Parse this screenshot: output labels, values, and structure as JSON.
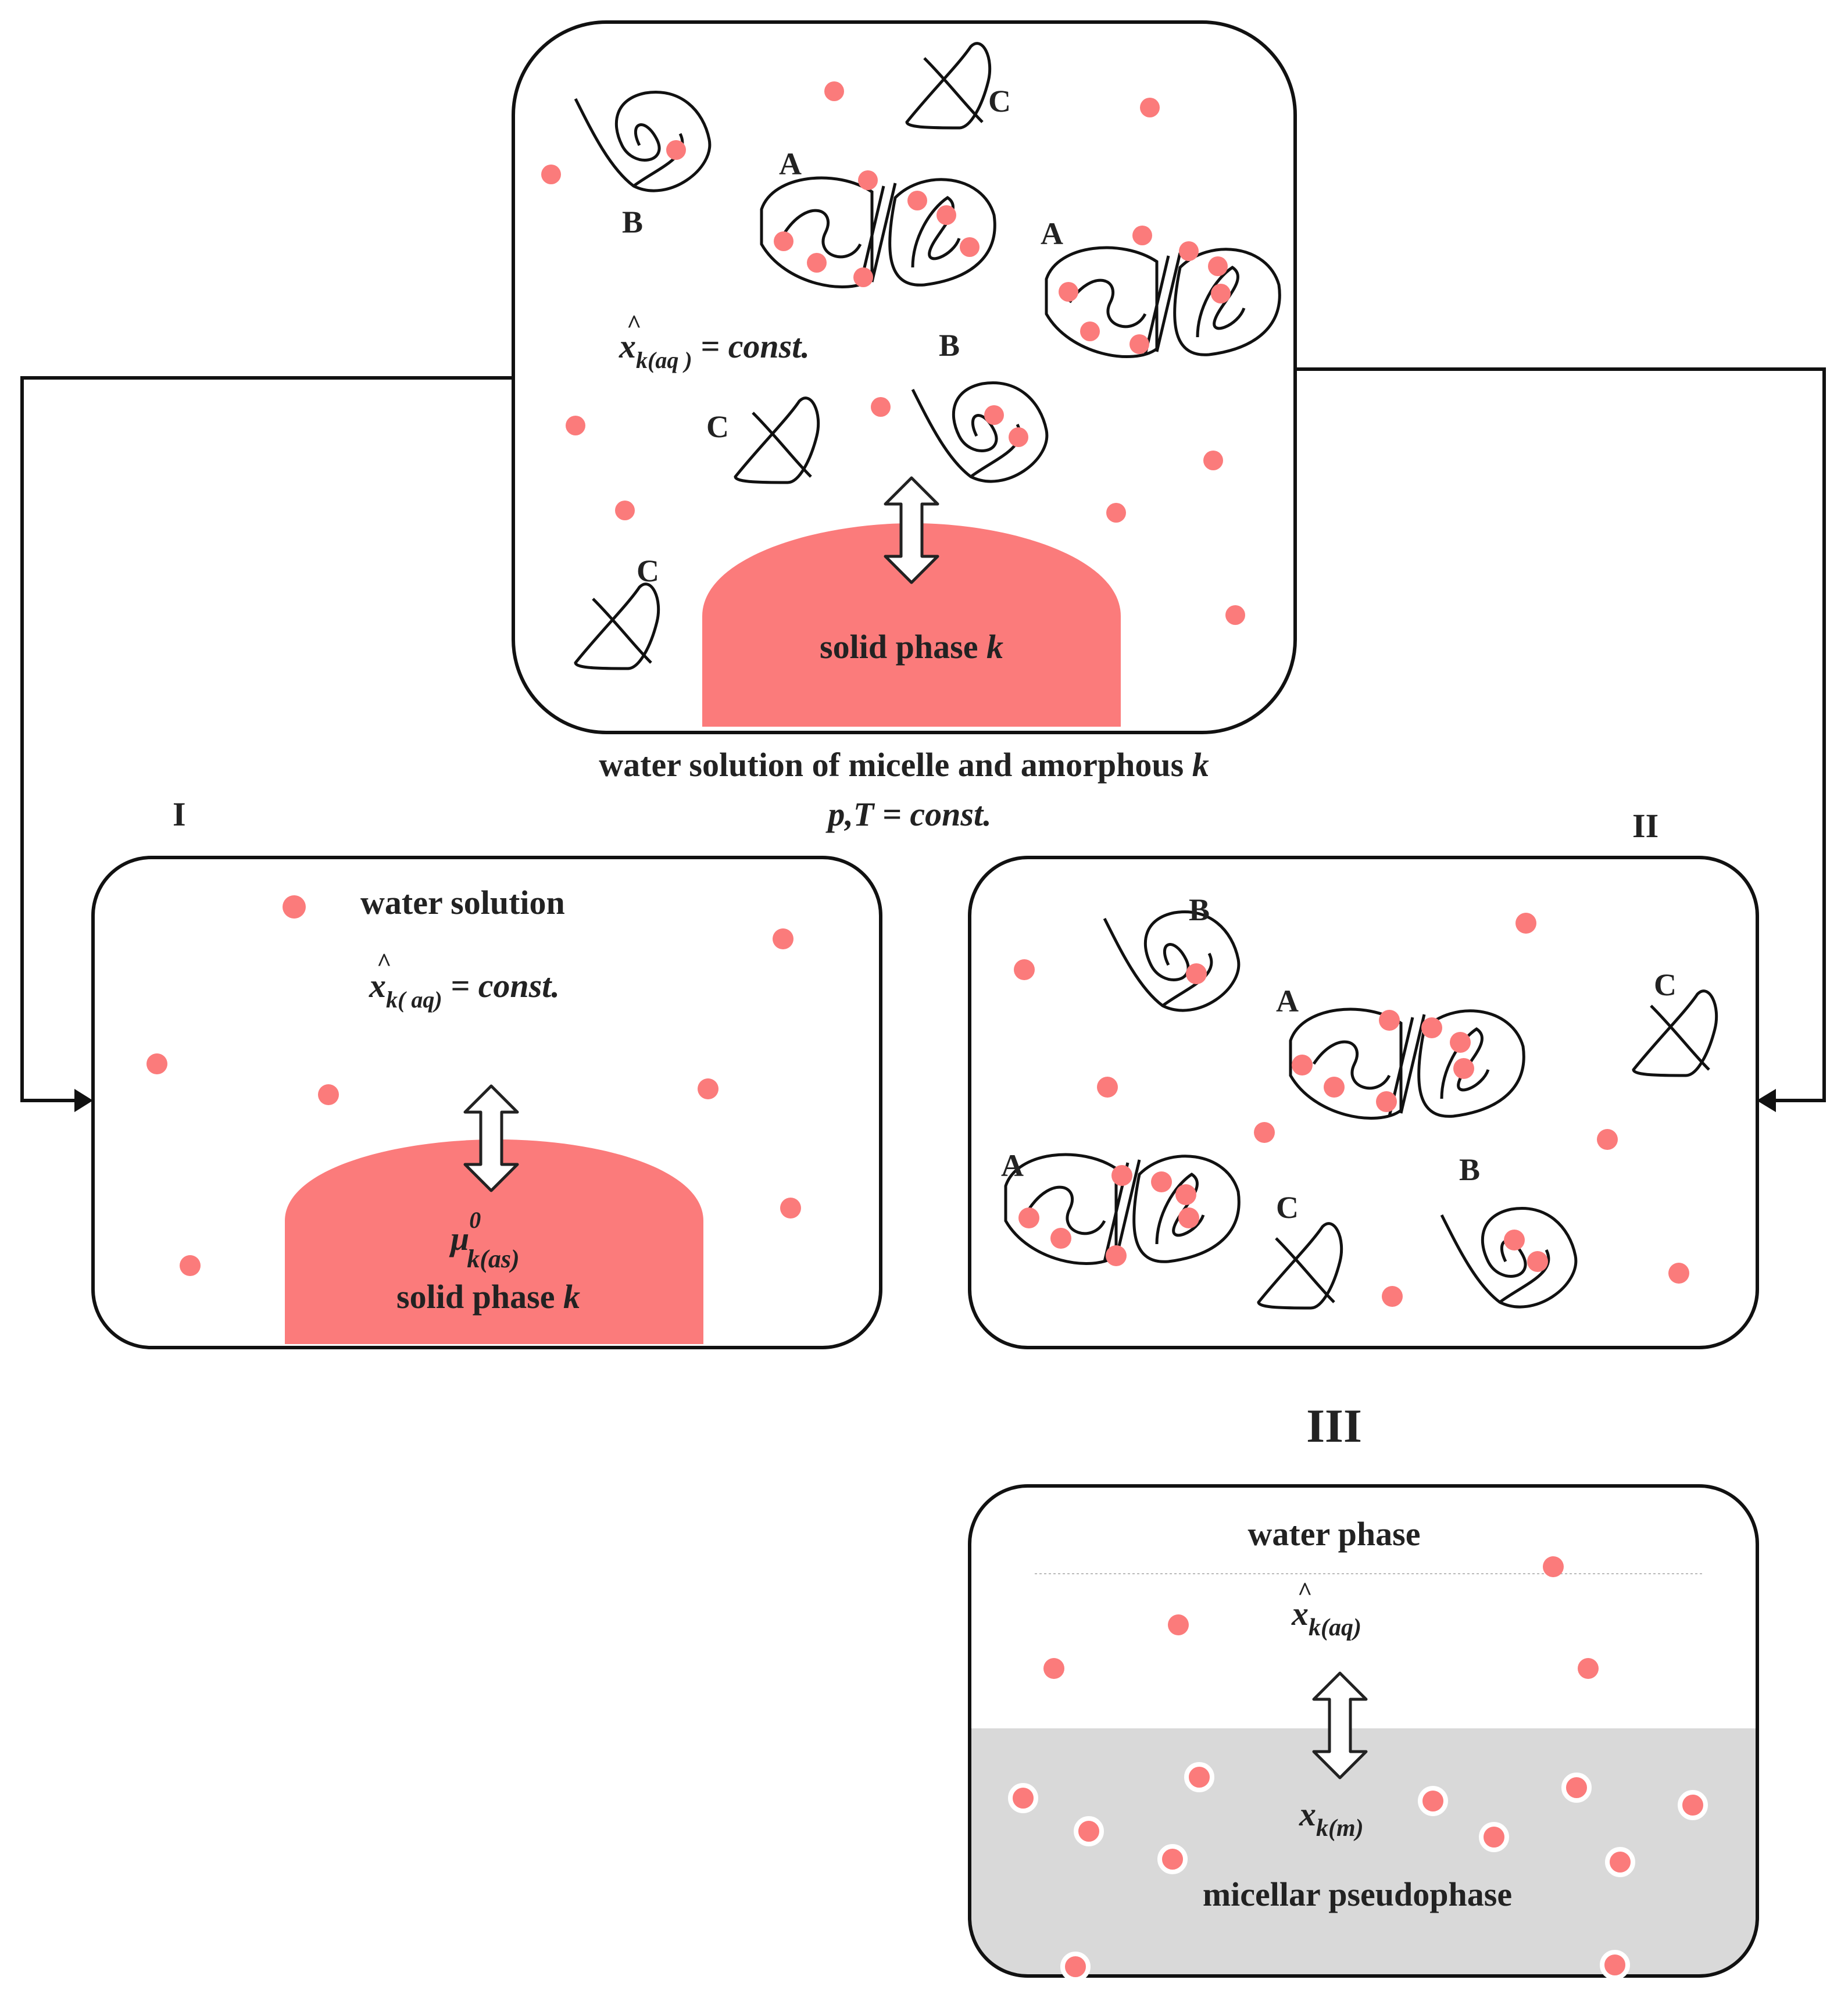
{
  "colors": {
    "solute": "#fb7b7b",
    "solid_phase": "#fb7b7b",
    "outline": "#111111",
    "pseudophase_fill": "#d9d9d9",
    "background": "#ffffff"
  },
  "panel_top": {
    "labels": {
      "a": "A",
      "b": "B",
      "c": "C"
    },
    "equation": {
      "x": "x",
      "sub": "k(aq )",
      "rest": " = const."
    },
    "solid_label": {
      "text": "solid phase ",
      "var": "k"
    },
    "caption_line1": {
      "text": "water solution of micelle and amorphous ",
      "var": "k"
    },
    "caption_line2": "p,T = const."
  },
  "panel_I": {
    "roman": "I",
    "legend_label": "water solution",
    "equation": {
      "x": "x",
      "sub": "k( aq)",
      "rest": " = const."
    },
    "mu": {
      "symbol": "μ",
      "sup": "0",
      "sub": "k(as)"
    },
    "solid_label": {
      "text": "solid  phase ",
      "var": "k"
    }
  },
  "panel_II": {
    "roman": "II",
    "labels": {
      "a": "A",
      "b": "B",
      "c": "C"
    }
  },
  "panel_III": {
    "roman": "III",
    "water_label": "water phase",
    "x_aq": {
      "x": "x",
      "sub": "k(aq)"
    },
    "x_m": {
      "x": "x",
      "sub": "k(m)"
    },
    "pseudo_label": "micellar pseudophase"
  }
}
